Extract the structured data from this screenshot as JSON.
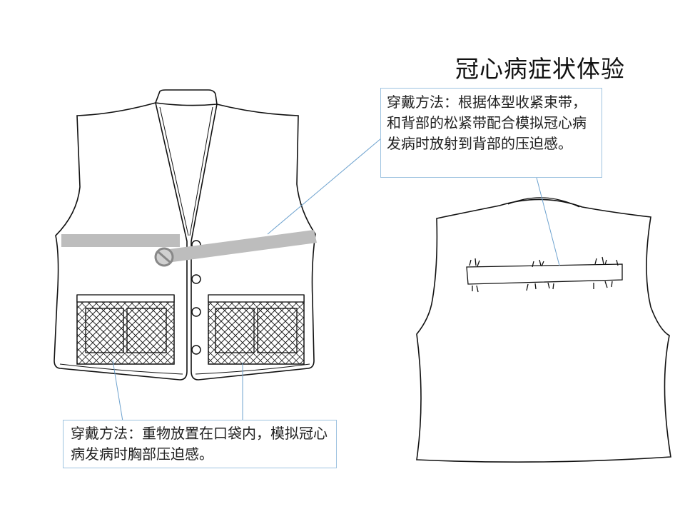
{
  "title": "冠心病症状体验",
  "callouts": {
    "back_strap": "穿戴方法：根据体型收紧束带，和背部的松紧带配合模拟冠心病发病时放射到背部的压迫感。",
    "front_pockets": "穿戴方法：重物放置在口袋内，模拟冠心病发病时胸部压迫感。"
  },
  "colors": {
    "outline": "#111111",
    "strap_gray": "#bdbdbd",
    "leader_line": "#6fa3cf",
    "callout_border": "#9ec3e0"
  }
}
